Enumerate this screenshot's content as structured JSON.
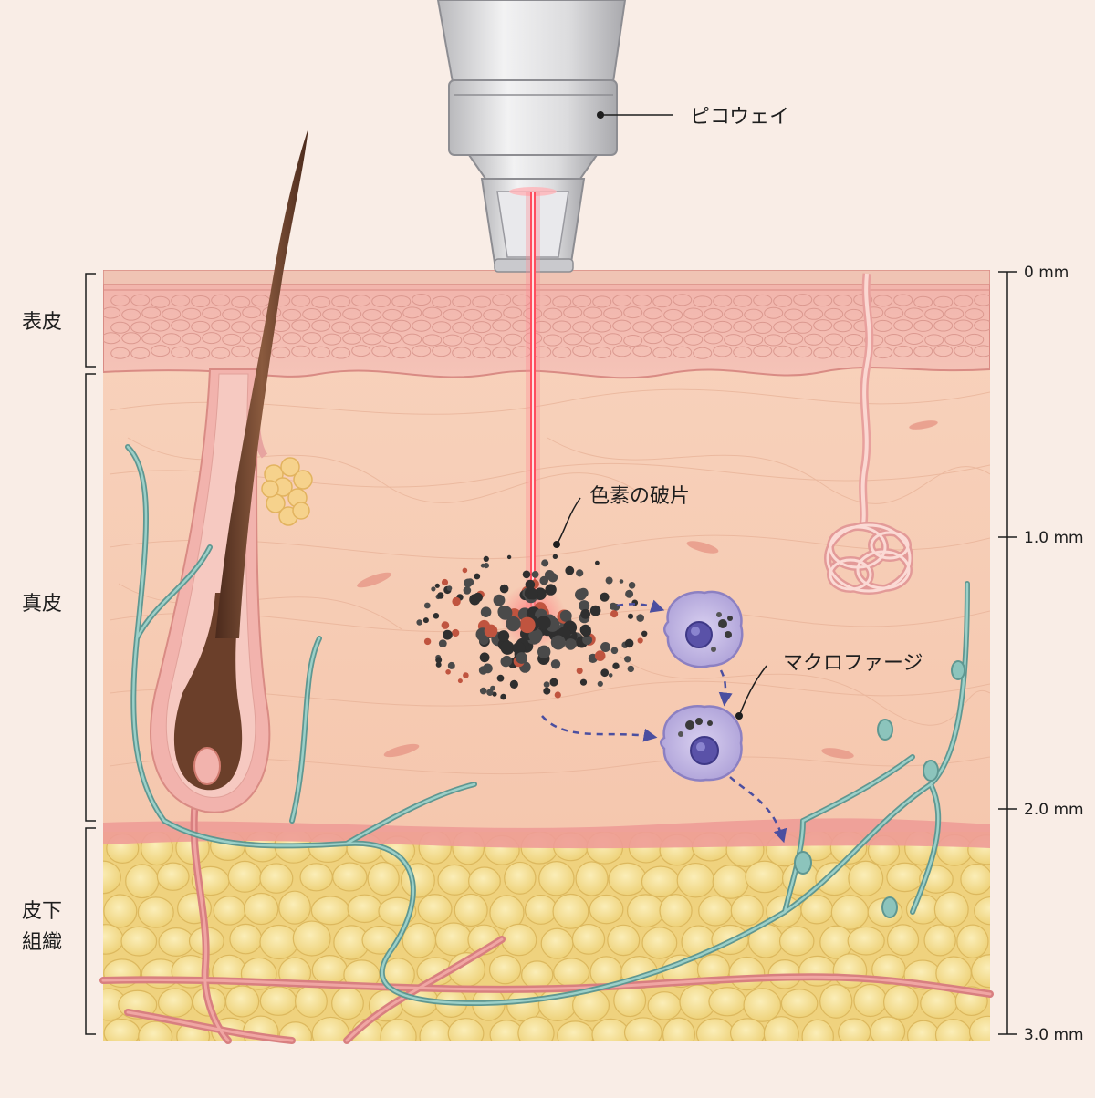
{
  "layers": {
    "epidermis": "表皮",
    "dermis": "真皮",
    "subcutis_line1": "皮下",
    "subcutis_line2": "組織"
  },
  "callouts": {
    "device": "ピコウェイ",
    "pigment": "色素の破片",
    "macrophage": "マクロファージ"
  },
  "depth_scale": [
    "0 mm",
    "1.0 mm",
    "2.0 mm",
    "3.0 mm"
  ],
  "colors": {
    "background": "#f9ede6",
    "epidermis": "#f2b8b0",
    "dermis": "#f6cdb6",
    "fat": "#f3dc8c",
    "laser": "#ff4d5e",
    "lymph_vessel": "#7fb3ad",
    "blood_vessel": "#e58e8e",
    "macrophage": "#c8bde6",
    "hair": "#6b3f2a",
    "pigment": "#3a3a3a"
  }
}
